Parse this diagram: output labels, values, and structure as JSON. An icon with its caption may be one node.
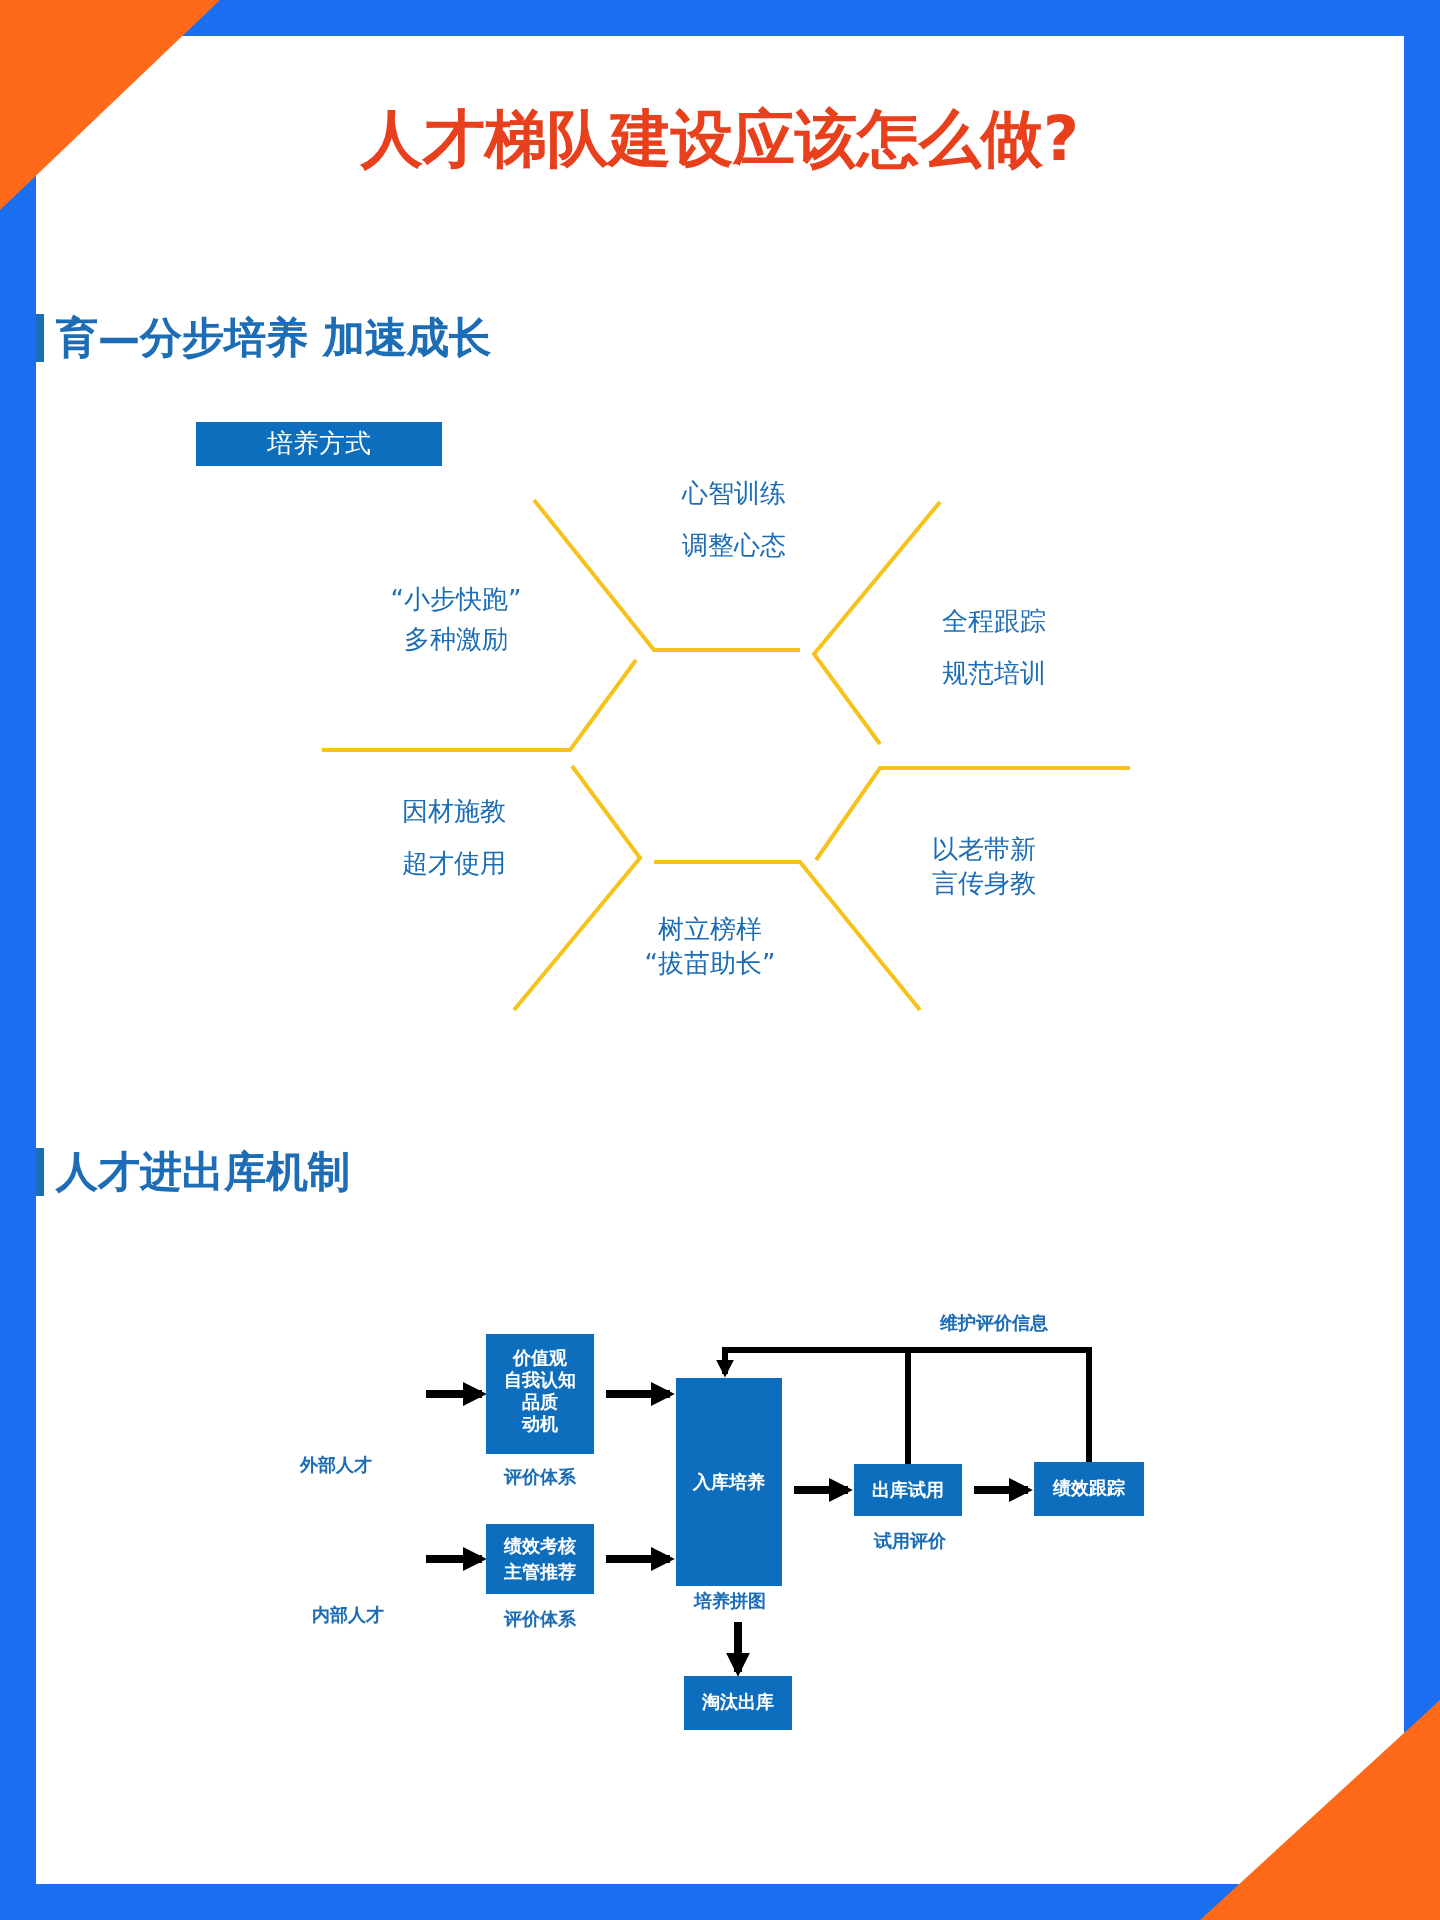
{
  "diagram": {
    "title": "人才梯队建设应该怎么做?",
    "nodes": [
      {
        "text": [
          "培养方式"
        ]
      },
      {
        "text": [
          "价值观",
          "自我认知",
          "品质",
          "动机"
        ],
        "beside": [
          "评价体系"
        ]
      },
      {
        "text": [
          "绩效考核",
          "主管推荐"
        ],
        "beside": [
          "评价体系"
        ]
      },
      {
        "text": [
          "入库培养"
        ],
        "beside": [
          "培养拼图"
        ]
      },
      {
        "text": [
          "出库试用"
        ],
        "beside": [
          "试用评价"
        ]
      },
      {
        "text": [
          "绩效跟踪"
        ]
      },
      {
        "text": [
          "淘汰出库"
        ]
      }
    ],
    "edges": [
      {
        "from": null,
        "to": 1,
        "arrow": "to"
      },
      {
        "from": null,
        "to": 2,
        "arrow": "to"
      },
      {
        "from": 1,
        "to": 3,
        "arrow": "to"
      },
      {
        "from": 2,
        "to": 3,
        "arrow": "to"
      },
      {
        "from": 3,
        "to": 4,
        "arrow": "to"
      },
      {
        "from": 4,
        "to": 5,
        "arrow": "to"
      },
      {
        "from": 3,
        "to": 6,
        "arrow": "to"
      },
      {
        "from": 4,
        "to": 3,
        "arrow": "to"
      },
      {
        "from": 5,
        "to": 3,
        "arrow": "to",
        "label": "维护评价信息"
      }
    ],
    "labels": [
      "育—分步培养  加速成长",
      "心智训练",
      "调整心态",
      "“小步快跑”",
      "多种激励",
      "全程跟踪",
      "规范培训",
      "因材施教",
      "超才使用",
      "以老带新",
      "言传身教",
      "树立榜样",
      "“拔苗助长”",
      "人才进出库机制",
      "外部人才",
      "内部人才"
    ]
  }
}
